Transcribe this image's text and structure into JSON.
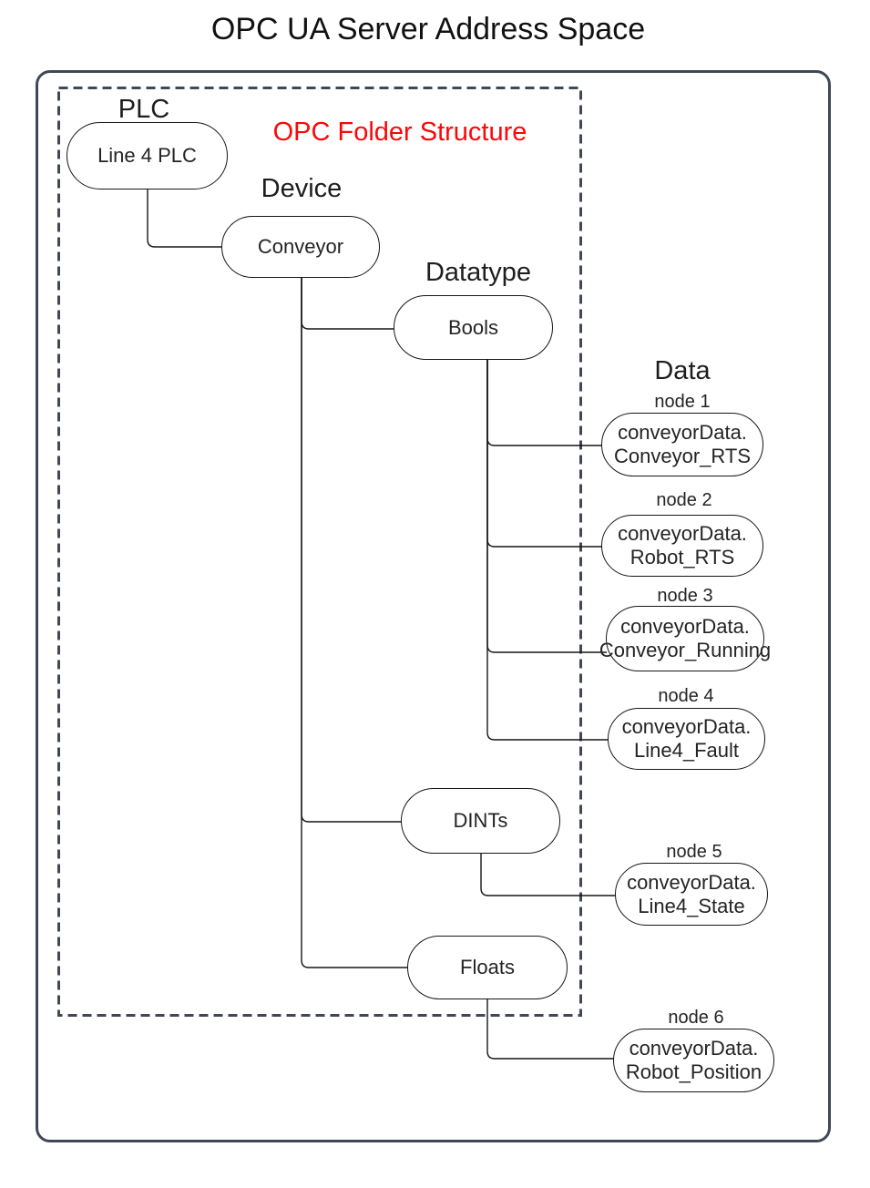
{
  "page": {
    "title": "OPC UA Server Address Space"
  },
  "overlay": {
    "label": "OPC Folder Structure",
    "color": "#fb0707"
  },
  "columns": {
    "plc": "PLC",
    "device": "Device",
    "datatype": "Datatype",
    "data": "Data"
  },
  "tree": {
    "plc_node": {
      "label": "Line 4 PLC"
    },
    "device_node": {
      "label": "Conveyor",
      "parent": "Line 4 PLC"
    },
    "datatypes": [
      {
        "label": "Bools",
        "parent": "Conveyor"
      },
      {
        "label": "DINTs",
        "parent": "Conveyor"
      },
      {
        "label": "Floats",
        "parent": "Conveyor"
      }
    ],
    "data_nodes": [
      {
        "name": "node 1",
        "line1": "conveyorData.",
        "line2": "Conveyor_RTS",
        "parent": "Bools"
      },
      {
        "name": "node 2",
        "line1": "conveyorData.",
        "line2": "Robot_RTS",
        "parent": "Bools"
      },
      {
        "name": "node 3",
        "line1": "conveyorData.",
        "line2": "Conveyor_Running",
        "parent": "Bools"
      },
      {
        "name": "node 4",
        "line1": "conveyorData.",
        "line2": "Line4_Fault",
        "parent": "Bools"
      },
      {
        "name": "node 5",
        "line1": "conveyorData.",
        "line2": "Line4_State",
        "parent": "DINTs"
      },
      {
        "name": "node 6",
        "line1": "conveyorData.",
        "line2": "Robot_Position",
        "parent": "Floats"
      }
    ]
  },
  "colors": {
    "frame_stroke": "#3f4854",
    "node_stroke": "#161616",
    "accent_red": "#fb0707",
    "text": "#1e1e1e"
  }
}
